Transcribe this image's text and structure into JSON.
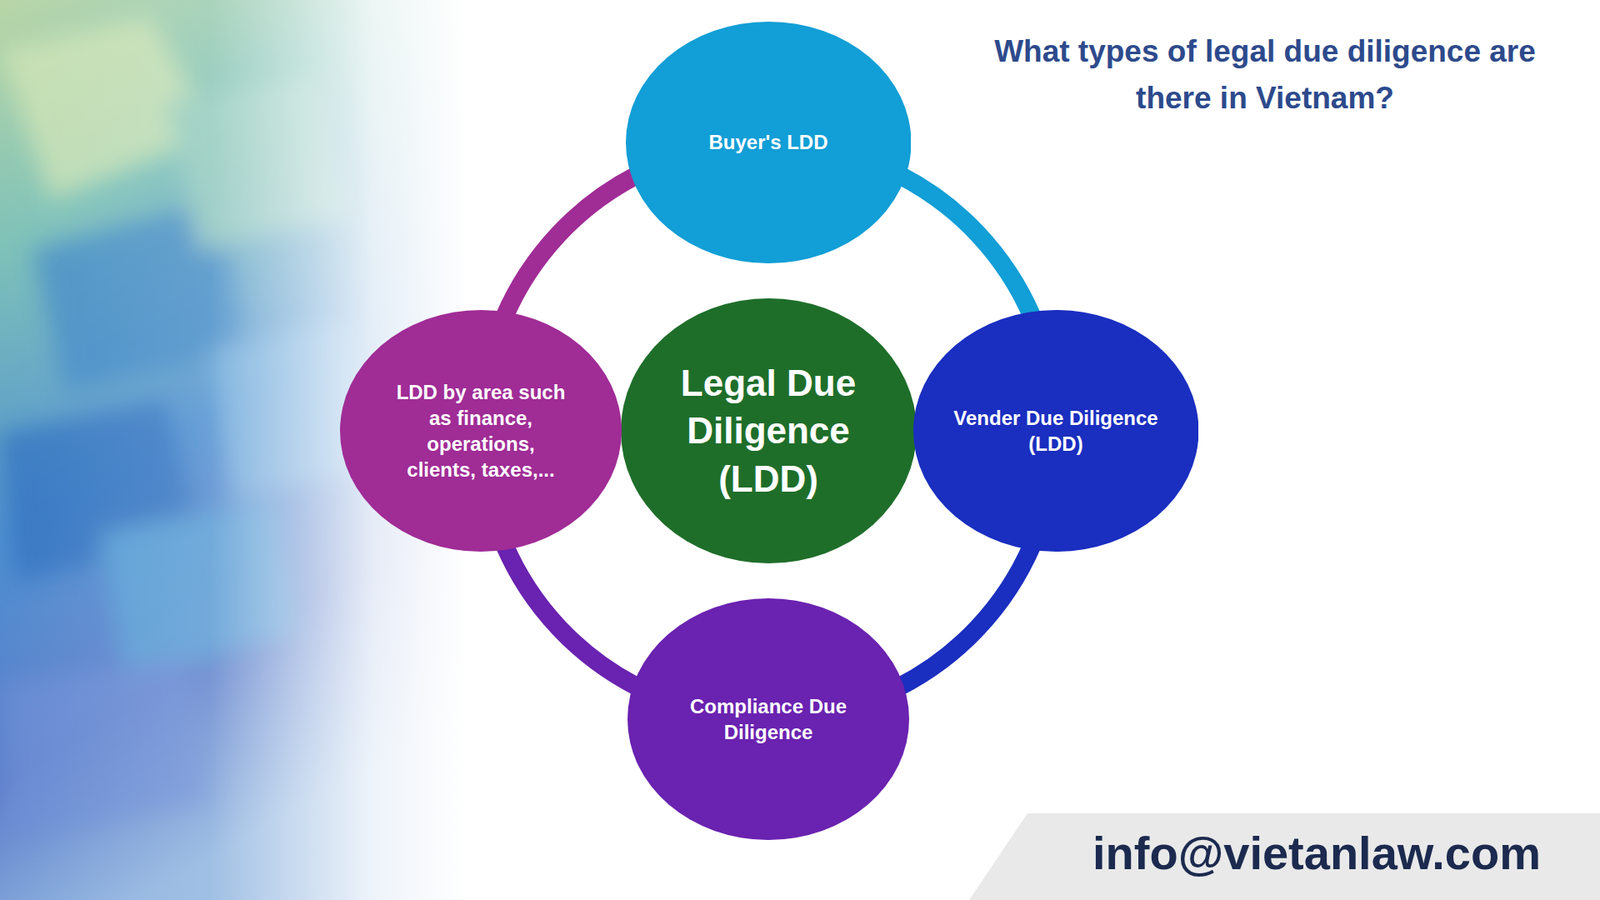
{
  "diagram": {
    "title": "What types of legal due diligence are there in Vietnam?",
    "nodes": [
      {
        "text": [
          "Legal Due Diligence (LDD)"
        ]
      },
      {
        "text": [
          "Buyer's LDD"
        ]
      },
      {
        "text": [
          "Vender Due Diligence (LDD)"
        ]
      },
      {
        "text": [
          "Compliance Due Diligence"
        ]
      },
      {
        "text": [
          "LDD by area such as finance, operations, clients, taxes,..."
        ]
      }
    ],
    "edges": [
      {
        "from": 1,
        "to": 2,
        "arrow": "none"
      },
      {
        "from": 2,
        "to": 3,
        "arrow": "none"
      },
      {
        "from": 3,
        "to": 4,
        "arrow": "none"
      },
      {
        "from": 4,
        "to": 1,
        "arrow": "none"
      }
    ],
    "labels": [
      "info@vietanlaw.com"
    ]
  }
}
